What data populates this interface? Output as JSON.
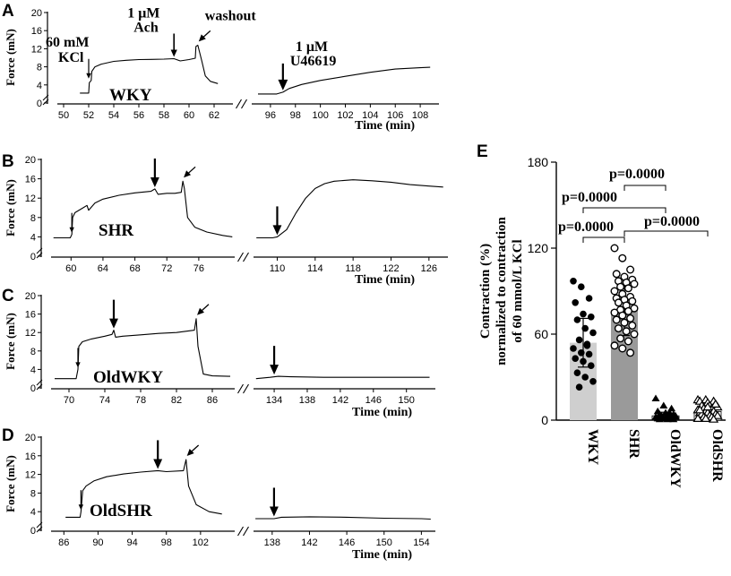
{
  "chart_data": [
    {
      "panel": "A",
      "type": "line",
      "ylabel": "Force (mN)",
      "xlabel": "Time (min)",
      "ylim": [
        0,
        20
      ],
      "yticks": [
        0,
        4,
        8,
        12,
        16,
        20
      ],
      "segments": [
        {
          "xlim": [
            49.5,
            63.5
          ],
          "xticks": [
            50,
            52,
            54,
            56,
            58,
            60,
            62
          ]
        },
        {
          "xlim": [
            94.5,
            109.5
          ],
          "xticks": [
            96,
            98,
            100,
            102,
            104,
            106,
            108
          ]
        }
      ],
      "group_label": "WKY",
      "trace": [
        [
          [
            51.3,
            2.2
          ],
          [
            52.0,
            2.2
          ],
          [
            52.05,
            4.5
          ],
          [
            52.2,
            5.0
          ],
          [
            52.25,
            7.0
          ],
          [
            52.5,
            8.0
          ],
          [
            53,
            8.6
          ],
          [
            54,
            9.2
          ],
          [
            55,
            9.45
          ],
          [
            56,
            9.6
          ],
          [
            57,
            9.65
          ],
          [
            58,
            9.7
          ],
          [
            58.8,
            9.8
          ],
          [
            59.3,
            9.3
          ],
          [
            60,
            9.6
          ],
          [
            60.5,
            9.9
          ],
          [
            60.55,
            12.5
          ],
          [
            60.7,
            12.8
          ],
          [
            61,
            9.5
          ],
          [
            61.3,
            6.0
          ],
          [
            61.7,
            4.8
          ],
          [
            62.3,
            4.3
          ]
        ],
        [
          [
            95.0,
            2.0
          ],
          [
            96.5,
            2.0
          ],
          [
            97.0,
            2.4
          ],
          [
            97.5,
            3.2
          ],
          [
            98.5,
            4.1
          ],
          [
            100,
            5.0
          ],
          [
            102,
            5.9
          ],
          [
            104,
            6.8
          ],
          [
            106,
            7.5
          ],
          [
            108,
            7.8
          ],
          [
            108.8,
            7.9
          ]
        ]
      ],
      "annotations": [
        {
          "text": [
            "60 mM",
            "KCl"
          ],
          "x": 52.0,
          "arrow_y": 5.0
        },
        {
          "text": [
            "1 μM",
            "Ach"
          ],
          "x": 58.8,
          "arrow_y": 9.8
        },
        {
          "text": [
            "washout"
          ],
          "x": 60.7,
          "arrow_y": 12.8
        },
        {
          "text": [
            "1 μM",
            "U46619"
          ],
          "x": 97.0,
          "arrow_y": 2.4
        }
      ]
    },
    {
      "panel": "B",
      "type": "line",
      "ylabel": "Force (mN)",
      "xlabel": "Time (min)",
      "ylim": [
        0,
        20
      ],
      "yticks": [
        0,
        4,
        8,
        12,
        16,
        20
      ],
      "segments": [
        {
          "xlim": [
            57.5,
            80.5
          ],
          "xticks": [
            60,
            64,
            68,
            72,
            76
          ]
        },
        {
          "xlim": [
            107.5,
            128
          ],
          "xticks": [
            110,
            114,
            118,
            122,
            126
          ]
        }
      ],
      "group_label": "SHR",
      "trace": [
        [
          [
            57.8,
            3.8
          ],
          [
            59.9,
            3.8
          ],
          [
            60.1,
            4.5
          ],
          [
            60.2,
            8.0
          ],
          [
            60.5,
            9.0
          ],
          [
            61.5,
            10.0
          ],
          [
            62.0,
            10.5
          ],
          [
            62.2,
            9.5
          ],
          [
            63,
            11.0
          ],
          [
            64,
            11.8
          ],
          [
            66,
            12.6
          ],
          [
            68,
            13.1
          ],
          [
            70,
            13.4
          ],
          [
            70.5,
            13.9
          ],
          [
            70.9,
            12.8
          ],
          [
            72,
            13.0
          ],
          [
            73,
            13.0
          ],
          [
            73.8,
            13.2
          ],
          [
            74.0,
            15.5
          ],
          [
            74.2,
            14.0
          ],
          [
            74.6,
            8.0
          ],
          [
            75.5,
            6.0
          ],
          [
            77,
            5.0
          ],
          [
            79,
            4.3
          ],
          [
            80.2,
            4.0
          ]
        ],
        [
          [
            107.8,
            3.8
          ],
          [
            109.5,
            3.8
          ],
          [
            110,
            4.0
          ],
          [
            111,
            5.5
          ],
          [
            112,
            9.0
          ],
          [
            113,
            12.0
          ],
          [
            114,
            14.0
          ],
          [
            115,
            15.0
          ],
          [
            116,
            15.5
          ],
          [
            118,
            15.8
          ],
          [
            120,
            15.6
          ],
          [
            122,
            15.3
          ],
          [
            124,
            14.8
          ],
          [
            126,
            14.5
          ],
          [
            127.5,
            14.3
          ]
        ]
      ],
      "annotations": [
        {
          "x": 60.1,
          "arrow_y": 4.5,
          "type": "small"
        },
        {
          "x": 70.5,
          "arrow_y": 13.9,
          "type": "large"
        },
        {
          "x": 74.0,
          "arrow_y": 15.5,
          "type": "diag"
        },
        {
          "x": 110.0,
          "arrow_y": 4.0,
          "type": "large"
        }
      ]
    },
    {
      "panel": "C",
      "type": "line",
      "ylabel": "Force (mN)",
      "xlabel": "Time (min)",
      "ylim": [
        0,
        20
      ],
      "yticks": [
        0,
        4,
        8,
        12,
        16,
        20
      ],
      "segments": [
        {
          "xlim": [
            68,
            88.5
          ],
          "xticks": [
            70,
            74,
            78,
            82,
            86
          ]
        },
        {
          "xlim": [
            131.5,
            153.5
          ],
          "xticks": [
            134,
            138,
            142,
            146,
            150
          ]
        }
      ],
      "group_label": "OldWKY",
      "trace": [
        [
          [
            68.4,
            2.0
          ],
          [
            70.8,
            2.0
          ],
          [
            71.0,
            4.0
          ],
          [
            71.1,
            9.0
          ],
          [
            71.5,
            10.0
          ],
          [
            72.5,
            10.6
          ],
          [
            74,
            11.2
          ],
          [
            74.8,
            11.6
          ],
          [
            75.0,
            12.5
          ],
          [
            75.2,
            11.0
          ],
          [
            76,
            11.2
          ],
          [
            78,
            11.5
          ],
          [
            80,
            11.8
          ],
          [
            82,
            12.0
          ],
          [
            84.0,
            12.5
          ],
          [
            84.2,
            15.0
          ],
          [
            84.4,
            9.0
          ],
          [
            85,
            3.0
          ],
          [
            86,
            2.6
          ],
          [
            88,
            2.5
          ]
        ],
        [
          [
            131.8,
            2.0
          ],
          [
            133.5,
            2.3
          ],
          [
            134.5,
            2.5
          ],
          [
            136,
            2.4
          ],
          [
            140,
            2.3
          ],
          [
            146,
            2.3
          ],
          [
            150,
            2.3
          ],
          [
            152.8,
            2.3
          ]
        ]
      ],
      "annotations": [
        {
          "x": 71.0,
          "arrow_y": 4.0,
          "type": "small"
        },
        {
          "x": 75.0,
          "arrow_y": 12.5,
          "type": "large"
        },
        {
          "x": 84.2,
          "arrow_y": 15.0,
          "type": "diag"
        },
        {
          "x": 134.0,
          "arrow_y": 2.5,
          "type": "large"
        }
      ]
    },
    {
      "panel": "D",
      "type": "line",
      "ylabel": "Force (mN)",
      "xlabel": "Time (min)",
      "ylim": [
        0,
        20
      ],
      "yticks": [
        0,
        4,
        8,
        12,
        16,
        20
      ],
      "segments": [
        {
          "xlim": [
            84.5,
            106
          ],
          "xticks": [
            86,
            90,
            94,
            98,
            102
          ]
        },
        {
          "xlim": [
            136,
            155.5
          ],
          "xticks": [
            138,
            142,
            146,
            150,
            154
          ]
        }
      ],
      "group_label": "OldSHR",
      "trace": [
        [
          [
            86.2,
            2.8
          ],
          [
            87.9,
            2.8
          ],
          [
            88.0,
            4.0
          ],
          [
            88.2,
            8.5
          ],
          [
            88.6,
            9.5
          ],
          [
            89.5,
            10.6
          ],
          [
            91,
            11.5
          ],
          [
            93,
            12.1
          ],
          [
            95,
            12.5
          ],
          [
            97,
            12.8
          ],
          [
            98,
            12.6
          ],
          [
            100,
            12.8
          ],
          [
            100.3,
            15.2
          ],
          [
            100.6,
            9.5
          ],
          [
            101.5,
            5.5
          ],
          [
            103,
            4.0
          ],
          [
            104.5,
            3.5
          ]
        ],
        [
          [
            136.2,
            2.5
          ],
          [
            138.2,
            2.5
          ],
          [
            139,
            2.8
          ],
          [
            142,
            2.9
          ],
          [
            146,
            2.8
          ],
          [
            150,
            2.6
          ],
          [
            154,
            2.5
          ],
          [
            155.0,
            2.4
          ]
        ]
      ],
      "annotations": [
        {
          "x": 88.0,
          "arrow_y": 4.0,
          "type": "small"
        },
        {
          "x": 97.0,
          "arrow_y": 12.8,
          "type": "large"
        },
        {
          "x": 100.3,
          "arrow_y": 15.2,
          "type": "diag"
        },
        {
          "x": 138.2,
          "arrow_y": 2.6,
          "type": "large"
        }
      ]
    },
    {
      "panel": "E",
      "type": "bar",
      "ylabel": [
        "Contraction (%)",
        "normalized to contraction",
        "of 60 mmol/L KCl"
      ],
      "ylim": [
        0,
        180
      ],
      "yticks": [
        0,
        60,
        120,
        180
      ],
      "categories": [
        "WKY",
        "SHR",
        "OldWKY",
        "OldSHR"
      ],
      "values": [
        54,
        77,
        3,
        6
      ],
      "errors": [
        17,
        18,
        2.5,
        3.5
      ],
      "bar_colors": [
        "#cfcfcf",
        "#9a9a9a",
        "#ffffff",
        "#ffffff"
      ],
      "points": [
        [
          97,
          93,
          85,
          82,
          74,
          72,
          70,
          64,
          61,
          56,
          53,
          50,
          47,
          46,
          43,
          41,
          38,
          33,
          30,
          27,
          23,
          52
        ],
        [
          120,
          113,
          105,
          102,
          100,
          98,
          97,
          96,
          95,
          93,
          92,
          90,
          88,
          86,
          85,
          84,
          83,
          82,
          80,
          78,
          77,
          76,
          75,
          73,
          71,
          70,
          68,
          66,
          64,
          62,
          60,
          57,
          55,
          52,
          50,
          47
        ],
        [
          15,
          10,
          8,
          6,
          5,
          4,
          4,
          3,
          3,
          2,
          2,
          2,
          1,
          1,
          1,
          1,
          0.5,
          0.5,
          0.5,
          2,
          3,
          5
        ],
        [
          14,
          14,
          13,
          13,
          12,
          11,
          10,
          10,
          9,
          8,
          8,
          7,
          6,
          6,
          5,
          5,
          4,
          4,
          3,
          3,
          2,
          2,
          1,
          1,
          0.5,
          7,
          9,
          11
        ]
      ],
      "point_markers": [
        "filled-circle",
        "open-circle",
        "filled-triangle",
        "open-triangle"
      ],
      "comparisons": [
        {
          "from": 0,
          "to": 1,
          "label": "p=0.0000"
        },
        {
          "from": 0,
          "to": 2,
          "label": "p=0.0000"
        },
        {
          "from": 1,
          "to": 2,
          "label": "p=0.0000"
        },
        {
          "from": 1,
          "to": 3,
          "label": "p=0.0000"
        }
      ]
    }
  ]
}
